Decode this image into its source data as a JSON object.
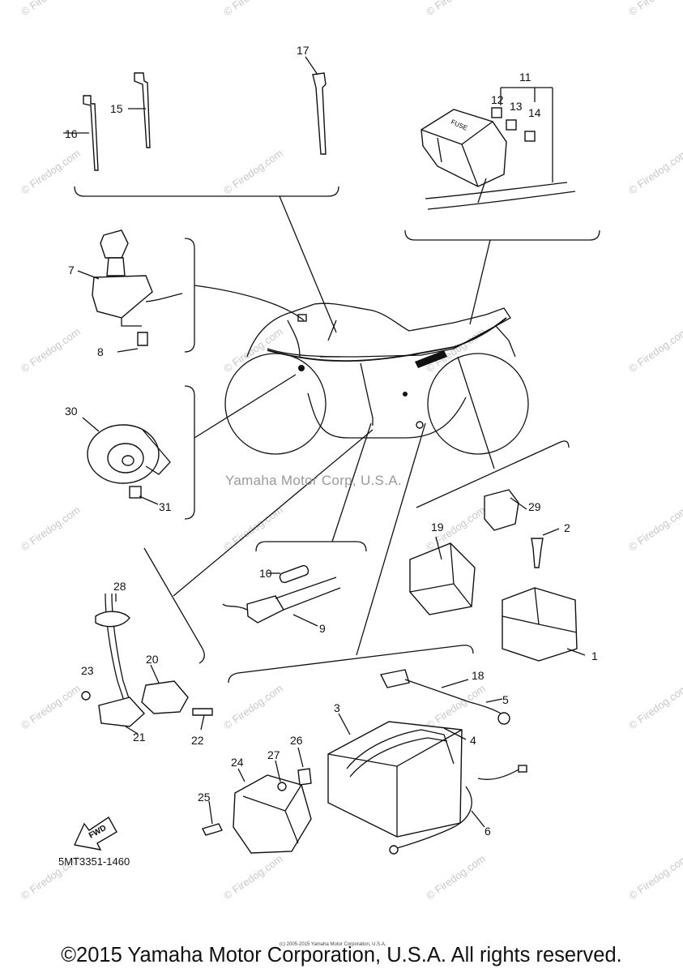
{
  "diagram": {
    "code": "5MT3351-1460",
    "fwd_label": "FWD",
    "fuse_label": "FUSE",
    "watermark_center": "Yamaha Motor Corp, U.S.A.",
    "watermark_tile": "© Firedog.com",
    "small_copyright": "(c) 2005-2015 Yamaha Motor Corporation, U.S.A.",
    "copyright": "©2015 Yamaha Motor Corporation, U.S.A. All rights reserved.",
    "callouts": {
      "c1": "1",
      "c2": "2",
      "c3": "3",
      "c4": "4",
      "c5": "5",
      "c6": "6",
      "c7": "7",
      "c8": "8",
      "c9": "9",
      "c10": "10",
      "c11": "11",
      "c12": "12",
      "c13": "13",
      "c14": "14",
      "c15": "15",
      "c16": "16",
      "c17": "17",
      "c18": "18",
      "c19": "19",
      "c20": "20",
      "c21": "21",
      "c22": "22",
      "c23": "23",
      "c24": "24",
      "c25": "25",
      "c26": "26",
      "c27": "27",
      "c28": "28",
      "c29": "29",
      "c30": "30",
      "c31": "31"
    }
  }
}
